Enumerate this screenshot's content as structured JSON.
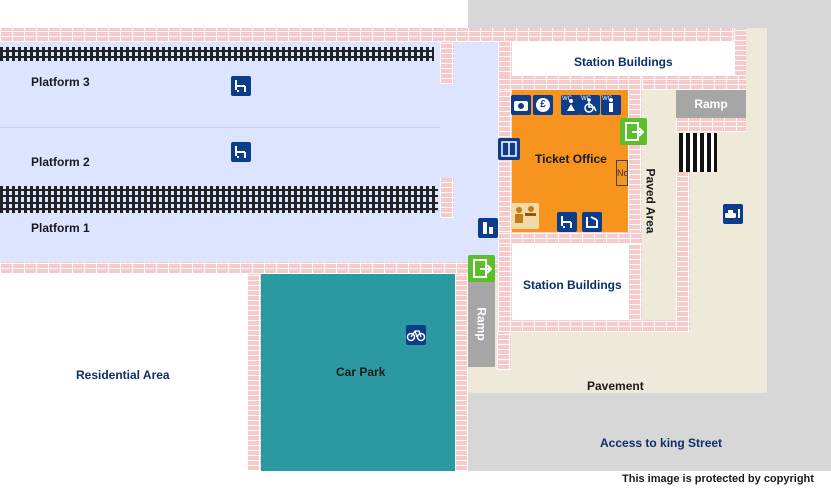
{
  "platforms": [
    "Platform 3",
    "Platform 2",
    "Platform 1"
  ],
  "areas": {
    "station_buildings_top": "Station Buildings",
    "station_buildings_bottom": "Station Buildings",
    "ticket_office": "Ticket Office",
    "car_park": "Car Park",
    "residential_area": "Residential Area",
    "paved_area": "Paved Area",
    "pavement": "Pavement",
    "access": "Access to king Street",
    "ramp_top": "Ramp",
    "ramp_side": "Ramp",
    "ticket_side_label": "No"
  },
  "copyright": "This image is protected by copyright",
  "icon_labels": {
    "wc": "WC",
    "pound": "£"
  },
  "icons": [
    "seat-icon",
    "photo-booth-icon",
    "cash-machine-icon",
    "female-toilet-icon",
    "accessible-toilet-icon",
    "male-toilet-icon",
    "exit-icon",
    "waiting-room-icon",
    "help-point-icon",
    "bicycle-icon",
    "taxi-icon",
    "lift-icon",
    "staff-help-icon"
  ],
  "colors": {
    "platform": "#dde4ff",
    "brick": "#f7c9c9",
    "ticket_office": "#f79420",
    "car_park": "#2b9aa0",
    "paved": "#efe9d9",
    "road": "#d7d7d7",
    "icon_blue": "#0d3c8c",
    "exit_green": "#5cbf2a"
  }
}
